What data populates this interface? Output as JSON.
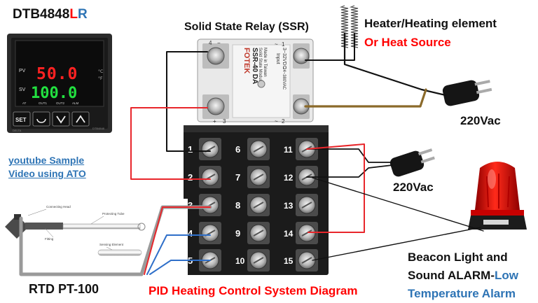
{
  "controller": {
    "model_prefix": "DTB4848",
    "model_suffix_l": "L",
    "model_suffix_r": "R",
    "pv_tag": "PV",
    "sv_tag": "SV",
    "pv_value": "50.0",
    "sv_value": "100.0",
    "set_key": "SET",
    "brand": "DELTA",
    "indicators": [
      "AT",
      "OUT1",
      "OUT2",
      "ALM"
    ]
  },
  "video_link": {
    "line1": "youtube Sample",
    "line2": "Video using ATO"
  },
  "ssr": {
    "title": "Solid State Relay (SSR)",
    "brand": "FOTEK",
    "model": "SSR-40 DA",
    "caption1": "Solid State Module",
    "caption2": "Made in Taiwan",
    "input_label": "Input",
    "input_range": "3~32VDC",
    "output_range": "24~380VAC",
    "terminals": [
      "4",
      "1",
      "3",
      "2"
    ],
    "signs": [
      "−",
      "~",
      "+",
      "~"
    ]
  },
  "heater": {
    "line1": "Heater/Heating element",
    "line2": "Or Heat Source"
  },
  "mains1": "220Vac",
  "mains2": "220Vac",
  "terminal_block": {
    "col1": [
      "1",
      "2",
      "3",
      "4",
      "5"
    ],
    "col2": [
      "6",
      "7",
      "8",
      "9",
      "10"
    ],
    "col3": [
      "11",
      "12",
      "13",
      "14",
      "15"
    ]
  },
  "rtd": {
    "label": "RTD PT-100",
    "parts": [
      "Connecting Head",
      "Protecting Tube",
      "Fitting",
      "Sensing Element"
    ]
  },
  "title": "PID Heating Control System Diagram",
  "alarm": {
    "line1": "Beacon Light and",
    "line2_a": "Sound ALARM-",
    "line2_b": "Low",
    "line3": "Temperature Alarm"
  },
  "colors": {
    "red_text": "#ff0000",
    "blue_text": "#2e74b5",
    "wire_red": "#e8262b",
    "wire_blue": "#2f6fc9",
    "wire_brown": "#8b6a2a",
    "wire_black": "#111111",
    "wire_grey": "#9a9a9a"
  }
}
